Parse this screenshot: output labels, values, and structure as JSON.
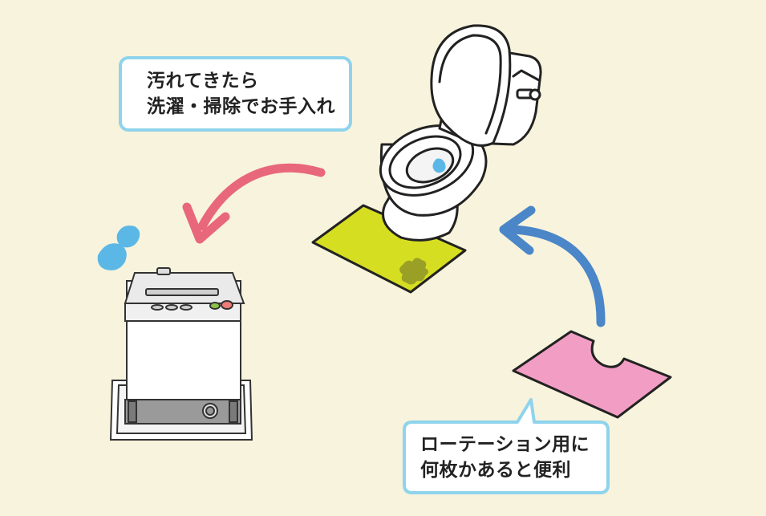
{
  "callouts": {
    "wash": {
      "line1": "汚れてきたら",
      "line2": "洗濯・掃除でお手入れ"
    },
    "rotation": {
      "line1": "ローテーション用に",
      "line2": "何枚かあると便利"
    }
  },
  "colors": {
    "background": "#f8f3dc",
    "bubble_border": "#8fd3ec",
    "arrow_to_washer": "#e8677a",
    "arrow_to_toilet": "#4a86c8",
    "mat_in_use": "#d6de22",
    "stain": "#9aa026",
    "spare_mat": "#f29ec4",
    "water_drop": "#5bb8e6"
  },
  "icons": [
    "toilet-icon",
    "washing-machine-icon",
    "water-drop-icon",
    "stain-icon"
  ]
}
